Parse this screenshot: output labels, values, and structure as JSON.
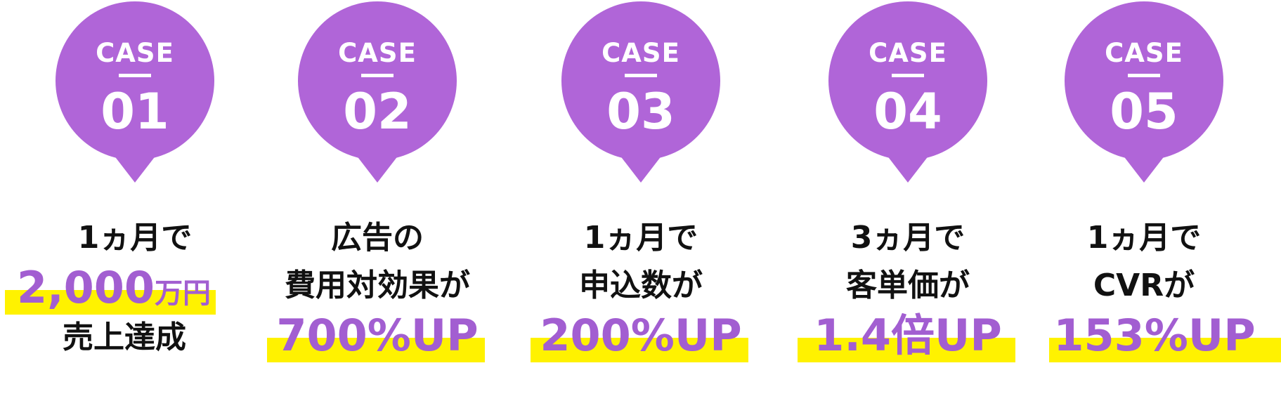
{
  "colors": {
    "pin": "#b065d8",
    "highlight_text": "#a25ed1",
    "highlight_bar": "#fff200",
    "text": "#111111"
  },
  "cases": [
    {
      "label": "CASE",
      "number": "01",
      "lines_before": [
        "1ヵ月で"
      ],
      "highlight": "2,000",
      "highlight_unit": "万円",
      "lines_after": [
        "売上達成"
      ]
    },
    {
      "label": "CASE",
      "number": "02",
      "lines_before": [
        "広告の",
        "費用対効果が"
      ],
      "highlight": "700%UP",
      "highlight_unit": "",
      "lines_after": []
    },
    {
      "label": "CASE",
      "number": "03",
      "lines_before": [
        "1ヵ月で",
        "申込数が"
      ],
      "highlight": "200%UP",
      "highlight_unit": "",
      "lines_after": []
    },
    {
      "label": "CASE",
      "number": "04",
      "lines_before": [
        "3ヵ月で",
        "客単価が"
      ],
      "highlight": "1.4倍UP",
      "highlight_unit": "",
      "lines_after": []
    },
    {
      "label": "CASE",
      "number": "05",
      "lines_before": [
        "1ヵ月で",
        "CVRが"
      ],
      "highlight": "153%UP",
      "highlight_unit": "",
      "lines_after": []
    }
  ]
}
